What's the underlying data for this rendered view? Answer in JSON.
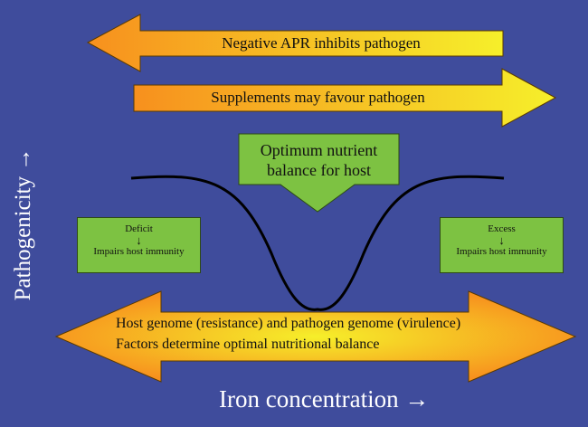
{
  "colors": {
    "background": "#3f4c9c",
    "arrow_orange": "#f7901e",
    "arrow_yellow": "#f6ef2a",
    "box_green": "#7dc242",
    "curve": "#000000",
    "axis_text": "#ffffff"
  },
  "arrows": {
    "negative_apr": "Negative APR inhibits pathogen",
    "supplements": "Supplements may favour pathogen"
  },
  "optimum": {
    "line1": "Optimum nutrient",
    "line2": "balance for host"
  },
  "deficit": {
    "title": "Deficit",
    "arrow": "↓",
    "effect": "Impairs host immunity"
  },
  "excess": {
    "title": "Excess",
    "arrow": "↓",
    "effect": "Impairs host immunity"
  },
  "host": {
    "line1": "Host genome (resistance) and pathogen genome (virulence)",
    "line2": "Factors determine optimal nutritional balance"
  },
  "axes": {
    "y_label": "Pathogenicity →",
    "x_label": "Iron concentration →"
  }
}
